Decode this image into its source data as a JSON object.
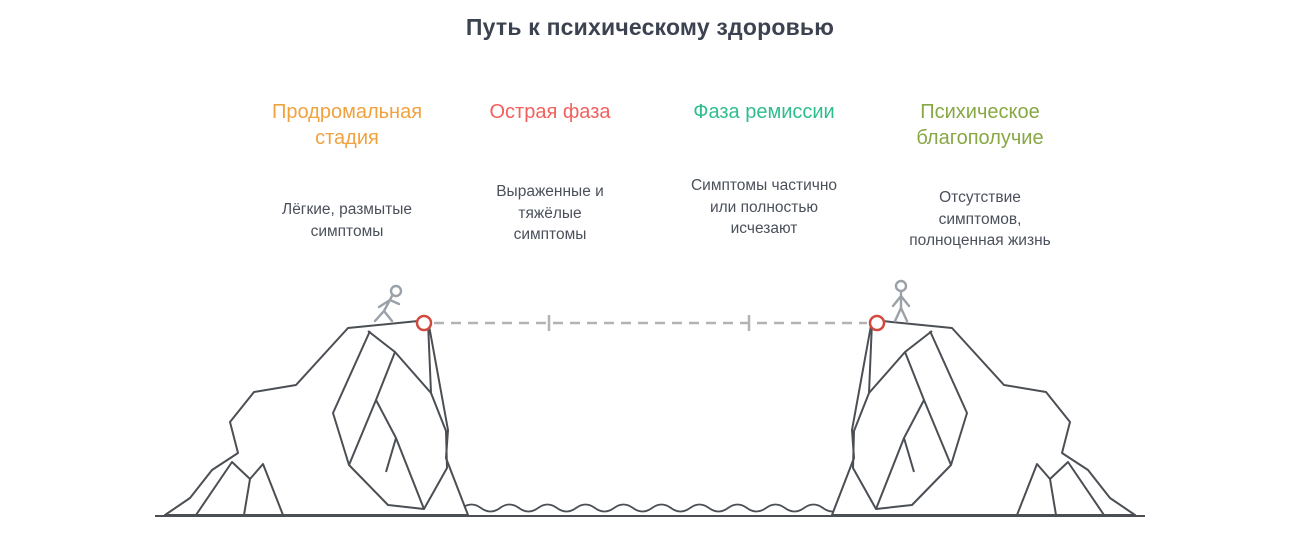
{
  "title": "Путь к психическому здоровью",
  "stages": [
    {
      "label": "Продромальная стадия",
      "description": "Лёгкие, размытые симптомы",
      "color": "#f0a23e"
    },
    {
      "label": "Острая фаза",
      "description": "Выраженные и тяжёлые симптомы",
      "color": "#f2605d"
    },
    {
      "label": "Фаза ремиссии",
      "description": "Симптомы частично или полностью исчезают",
      "color": "#2fbd90"
    },
    {
      "label": "Психическое благополучие",
      "description": "Отсутствие симптомов, полноценная жизнь",
      "color": "#87a844"
    }
  ],
  "colors": {
    "title_text": "#3c4250",
    "body_text": "#4b505b",
    "outline": "#4b4f54",
    "stick_figure": "#9ba1a8",
    "anchor_ring": "#d0493c",
    "dashed_path": "#b3b3b3"
  },
  "icons": {
    "left_cliff": "cliff-icon",
    "right_cliff": "cliff-icon",
    "left_figure": "stick-figure-icon",
    "right_figure": "stick-figure-icon",
    "water": "water-waves-icon"
  }
}
